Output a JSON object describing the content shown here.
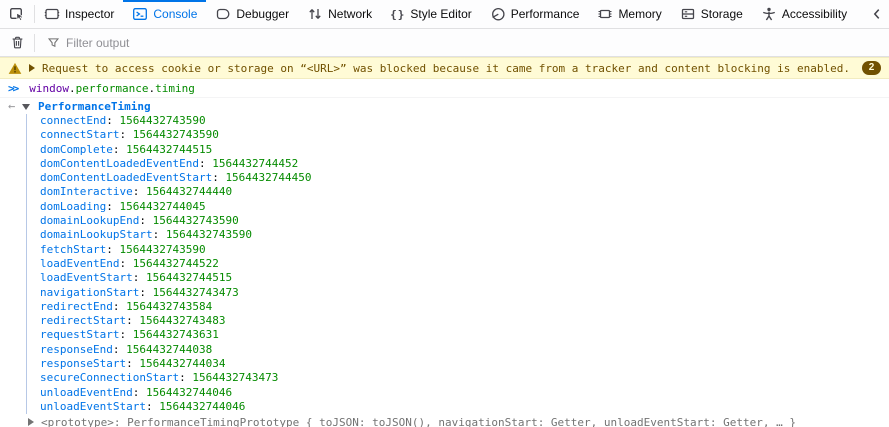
{
  "colors": {
    "accent_blue": "#0074e8",
    "property_name_blue": "#0074e8",
    "value_green": "#058b00",
    "variable_purple": "#6200a4",
    "warning_text": "#715100",
    "warning_bg": "#fffbd6"
  },
  "tab_bar": {
    "tabs": [
      {
        "id": "inspector",
        "label": "Inspector",
        "active": false
      },
      {
        "id": "console",
        "label": "Console",
        "active": true
      },
      {
        "id": "debugger",
        "label": "Debugger",
        "active": false
      },
      {
        "id": "network",
        "label": "Network",
        "active": false
      },
      {
        "id": "style-editor",
        "label": "Style Editor",
        "active": false
      },
      {
        "id": "performance",
        "label": "Performance",
        "active": false
      },
      {
        "id": "memory",
        "label": "Memory",
        "active": false
      },
      {
        "id": "storage",
        "label": "Storage",
        "active": false
      },
      {
        "id": "accessibility",
        "label": "Accessibility",
        "active": false
      }
    ]
  },
  "filter_bar": {
    "placeholder": "Filter output"
  },
  "warning": {
    "message": "Request to access cookie or storage on “<URL>” was blocked because it came from a tracker and content blocking is enabled.",
    "badge_count": "2"
  },
  "command": {
    "prompt_glyph": ">>",
    "segments": [
      {
        "text": "window",
        "type": "variable"
      },
      {
        "text": ".",
        "type": "punct"
      },
      {
        "text": "performance",
        "type": "property"
      },
      {
        "text": ".",
        "type": "punct"
      },
      {
        "text": "timing",
        "type": "property"
      }
    ]
  },
  "result": {
    "return_icon_glyph": "←",
    "object_class": "PerformanceTiming",
    "colon": ": ",
    "properties": [
      {
        "name": "connectEnd",
        "value": "1564432743590"
      },
      {
        "name": "connectStart",
        "value": "1564432743590"
      },
      {
        "name": "domComplete",
        "value": "1564432744515"
      },
      {
        "name": "domContentLoadedEventEnd",
        "value": "1564432744452"
      },
      {
        "name": "domContentLoadedEventStart",
        "value": "1564432744450"
      },
      {
        "name": "domInteractive",
        "value": "1564432744440"
      },
      {
        "name": "domLoading",
        "value": "1564432744045"
      },
      {
        "name": "domainLookupEnd",
        "value": "1564432743590"
      },
      {
        "name": "domainLookupStart",
        "value": "1564432743590"
      },
      {
        "name": "fetchStart",
        "value": "1564432743590"
      },
      {
        "name": "loadEventEnd",
        "value": "1564432744522"
      },
      {
        "name": "loadEventStart",
        "value": "1564432744515"
      },
      {
        "name": "navigationStart",
        "value": "1564432743473"
      },
      {
        "name": "redirectEnd",
        "value": "1564432743584"
      },
      {
        "name": "redirectStart",
        "value": "1564432743483"
      },
      {
        "name": "requestStart",
        "value": "1564432743631"
      },
      {
        "name": "responseEnd",
        "value": "1564432744038"
      },
      {
        "name": "responseStart",
        "value": "1564432744034"
      },
      {
        "name": "secureConnectionStart",
        "value": "1564432743473"
      },
      {
        "name": "unloadEventEnd",
        "value": "1564432744046"
      },
      {
        "name": "unloadEventStart",
        "value": "1564432744046"
      }
    ],
    "prototype_preview": "<prototype>: PerformanceTimingPrototype { toJSON: toJSON(), navigationStart: Getter, unloadEventStart: Getter, … }"
  }
}
